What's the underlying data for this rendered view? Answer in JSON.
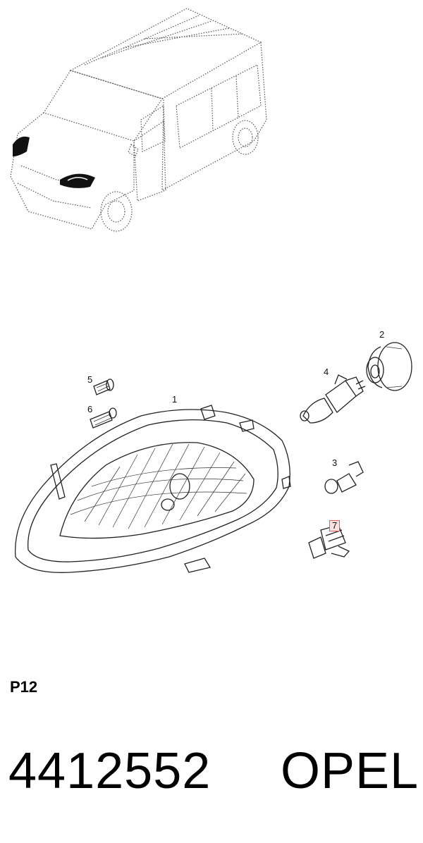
{
  "callouts": {
    "c1": "1",
    "c2": "2",
    "c3": "3",
    "c4": "4",
    "c5": "5",
    "c6": "6",
    "c7": "7"
  },
  "section_code": "P12",
  "part_number": "4412552",
  "brand": "OPEL"
}
